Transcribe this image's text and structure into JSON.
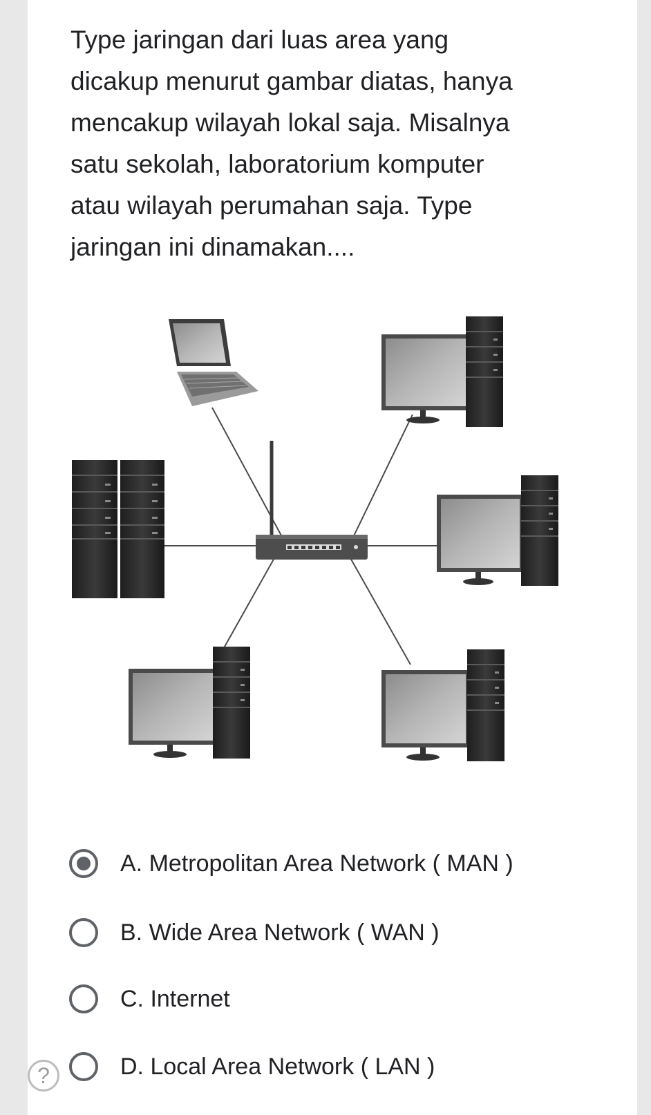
{
  "question": {
    "text": "Type jaringan dari luas area yang\ndicakup menurut gambar diatas, hanya\nmencakup wilayah lokal saja. Misalnya\nsatu sekolah, laboratorium komputer\natau wilayah perumahan saja. Type\njaringan ini  dinamakan...."
  },
  "options": [
    {
      "label": "A. Metropolitan Area Network ( MAN )",
      "selected": true
    },
    {
      "label": "B. Wide Area Network ( WAN )",
      "selected": false
    },
    {
      "label": "C. Internet",
      "selected": false
    },
    {
      "label": "D. Local Area Network ( LAN )",
      "selected": false
    }
  ],
  "help_button": {
    "icon": "question-mark-icon",
    "glyph": "?"
  },
  "figure": {
    "icon": "network-diagram-icon"
  }
}
